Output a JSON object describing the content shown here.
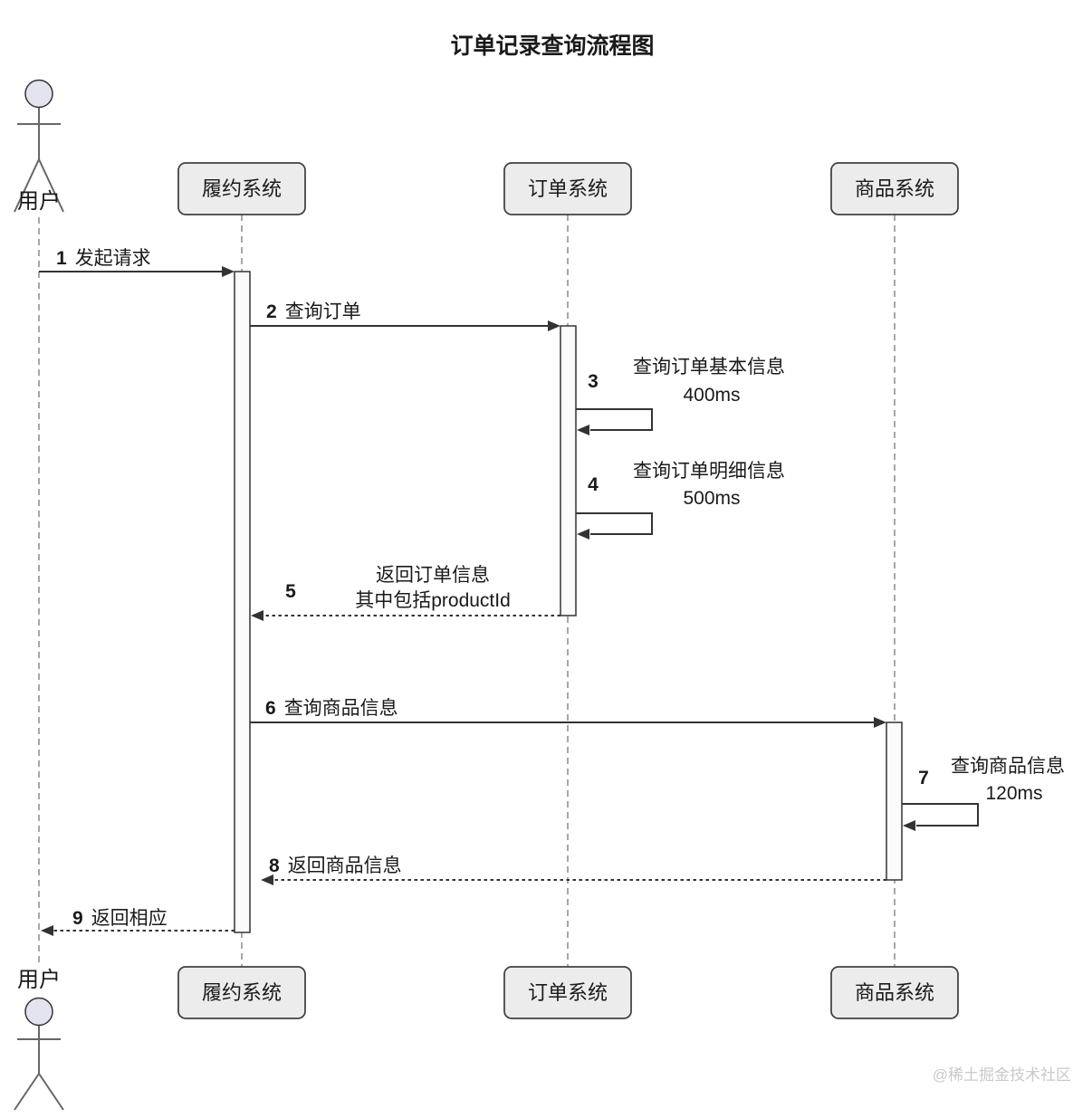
{
  "title": "订单记录查询流程图",
  "user": {
    "label": "用户"
  },
  "participants": [
    {
      "label": "履约系统"
    },
    {
      "label": "订单系统"
    },
    {
      "label": "商品系统"
    }
  ],
  "messages": [
    {
      "num": "1",
      "text": "发起请求",
      "from": "用户",
      "to": "履约系统",
      "arrow": "solid"
    },
    {
      "num": "2",
      "text": "查询订单",
      "from": "履约系统",
      "to": "订单系统",
      "arrow": "solid"
    },
    {
      "num": "3",
      "line1": "查询订单基本信息",
      "line2": "400ms",
      "from": "订单系统",
      "to": "订单系统",
      "arrow": "self"
    },
    {
      "num": "4",
      "line1": "查询订单明细信息",
      "line2": "500ms",
      "from": "订单系统",
      "to": "订单系统",
      "arrow": "self"
    },
    {
      "num": "5",
      "line1": "返回订单信息",
      "line2": "其中包括productId",
      "from": "订单系统",
      "to": "履约系统",
      "arrow": "dashed"
    },
    {
      "num": "6",
      "text": "查询商品信息",
      "from": "履约系统",
      "to": "商品系统",
      "arrow": "solid"
    },
    {
      "num": "7",
      "line1": "查询商品信息",
      "line2": "120ms",
      "from": "商品系统",
      "to": "商品系统",
      "arrow": "self"
    },
    {
      "num": "8",
      "text": "返回商品信息",
      "from": "商品系统",
      "to": "履约系统",
      "arrow": "dashed"
    },
    {
      "num": "9",
      "text": "返回相应",
      "from": "履约系统",
      "to": "用户",
      "arrow": "dashed"
    }
  ],
  "watermark": "@稀土掘金技术社区",
  "colors": {
    "line": "#333333",
    "lifeline": "#8a8a8a",
    "box_fill": "#ececec",
    "box_border": "#404040",
    "activation_fill": "#fbfbfb",
    "actor_head_fill": "#e4e4f0",
    "text": "#1a1a1a",
    "watermark": "#c9c9c9",
    "background": "#ffffff"
  }
}
